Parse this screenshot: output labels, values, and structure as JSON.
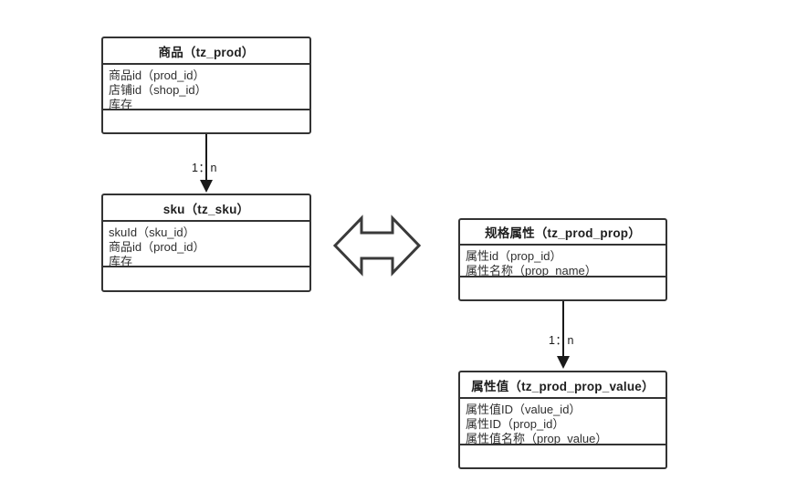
{
  "diagram": {
    "type": "er-class-diagram",
    "background_color": "#ffffff",
    "border_color": "#333333",
    "text_color": "#2f2f2f",
    "entities": [
      {
        "id": "prod",
        "title": "商品（tz_prod）",
        "attributes": [
          "商品id（prod_id）",
          "店铺id（shop_id）",
          "库存"
        ],
        "methods": []
      },
      {
        "id": "sku",
        "title": "sku（tz_sku）",
        "attributes": [
          "skuId（sku_id）",
          "商品id（prod_id）",
          "库存"
        ],
        "methods": []
      },
      {
        "id": "prop",
        "title": "规格属性（tz_prod_prop）",
        "attributes": [
          "属性id（prop_id）",
          "属性名称（prop_name）"
        ],
        "methods": []
      },
      {
        "id": "propvalue",
        "title": "属性值（tz_prod_prop_value）",
        "attributes": [
          "属性值ID（value_id）",
          "属性ID（prop_id）",
          "属性值名称（prop_value）"
        ],
        "methods": []
      }
    ],
    "connectors": [
      {
        "id": "prod-sku",
        "from": "prod",
        "to": "sku",
        "label": "1：n"
      },
      {
        "id": "prop-value",
        "from": "prop",
        "to": "propvalue",
        "label": "1：n"
      }
    ],
    "relation_arrow": {
      "name": "double-headed-arrow",
      "direction": "left-right",
      "between": [
        "sku",
        "prop"
      ]
    }
  }
}
